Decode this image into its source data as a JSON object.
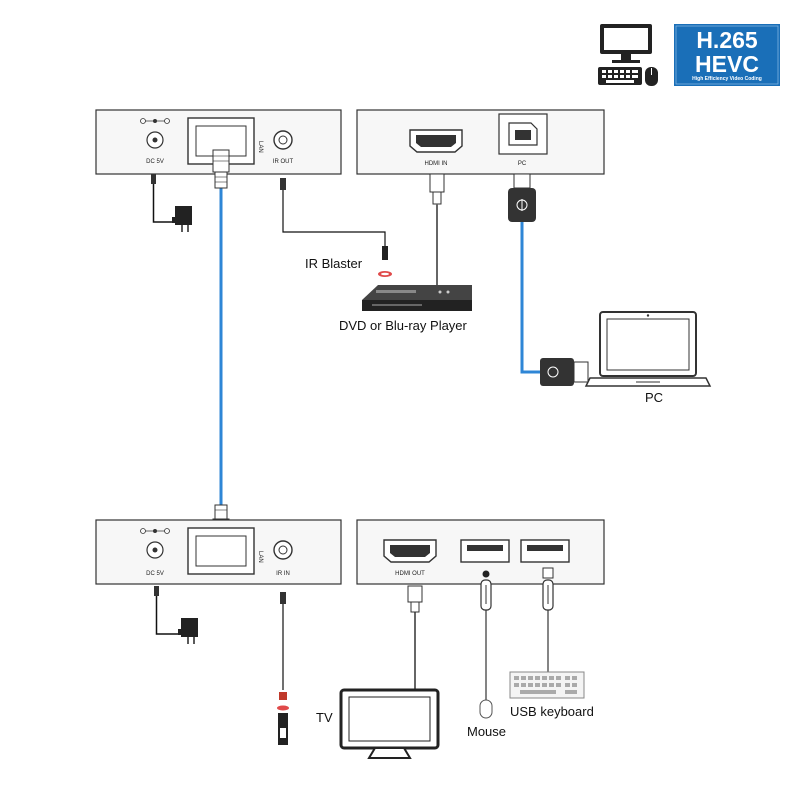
{
  "colors": {
    "cable_blue": "#2e86d6",
    "badge_blue": "#1a6fb8",
    "box_fill": "#f7f7f7",
    "box_stroke": "#333333"
  },
  "badge": {
    "line1": "H.265",
    "line2": "HEVC",
    "line3": "High Efficiency Video Coding"
  },
  "transmitter": {
    "dc": "DC 5V",
    "lan": "LAN",
    "ir_out": "IR OUT",
    "hdmi_in": "HDMI IN",
    "pc": "PC"
  },
  "receiver": {
    "dc": "DC 5V",
    "lan": "LAN",
    "ir_in": "IR IN",
    "hdmi_out": "HDMI OUT"
  },
  "labels": {
    "ir_blaster": "IR Blaster",
    "dvd": "DVD or Blu-ray Player",
    "pc": "PC",
    "tv": "TV",
    "mouse": "Mouse",
    "keyboard": "USB keyboard"
  },
  "icons": [
    "desktop-computer-icon",
    "keyboard-icon",
    "mouse-icon",
    "power-adapter-icon",
    "ir-blaster-icon",
    "ir-receiver-icon",
    "laptop-icon",
    "tv-icon",
    "dvd-player-icon"
  ]
}
